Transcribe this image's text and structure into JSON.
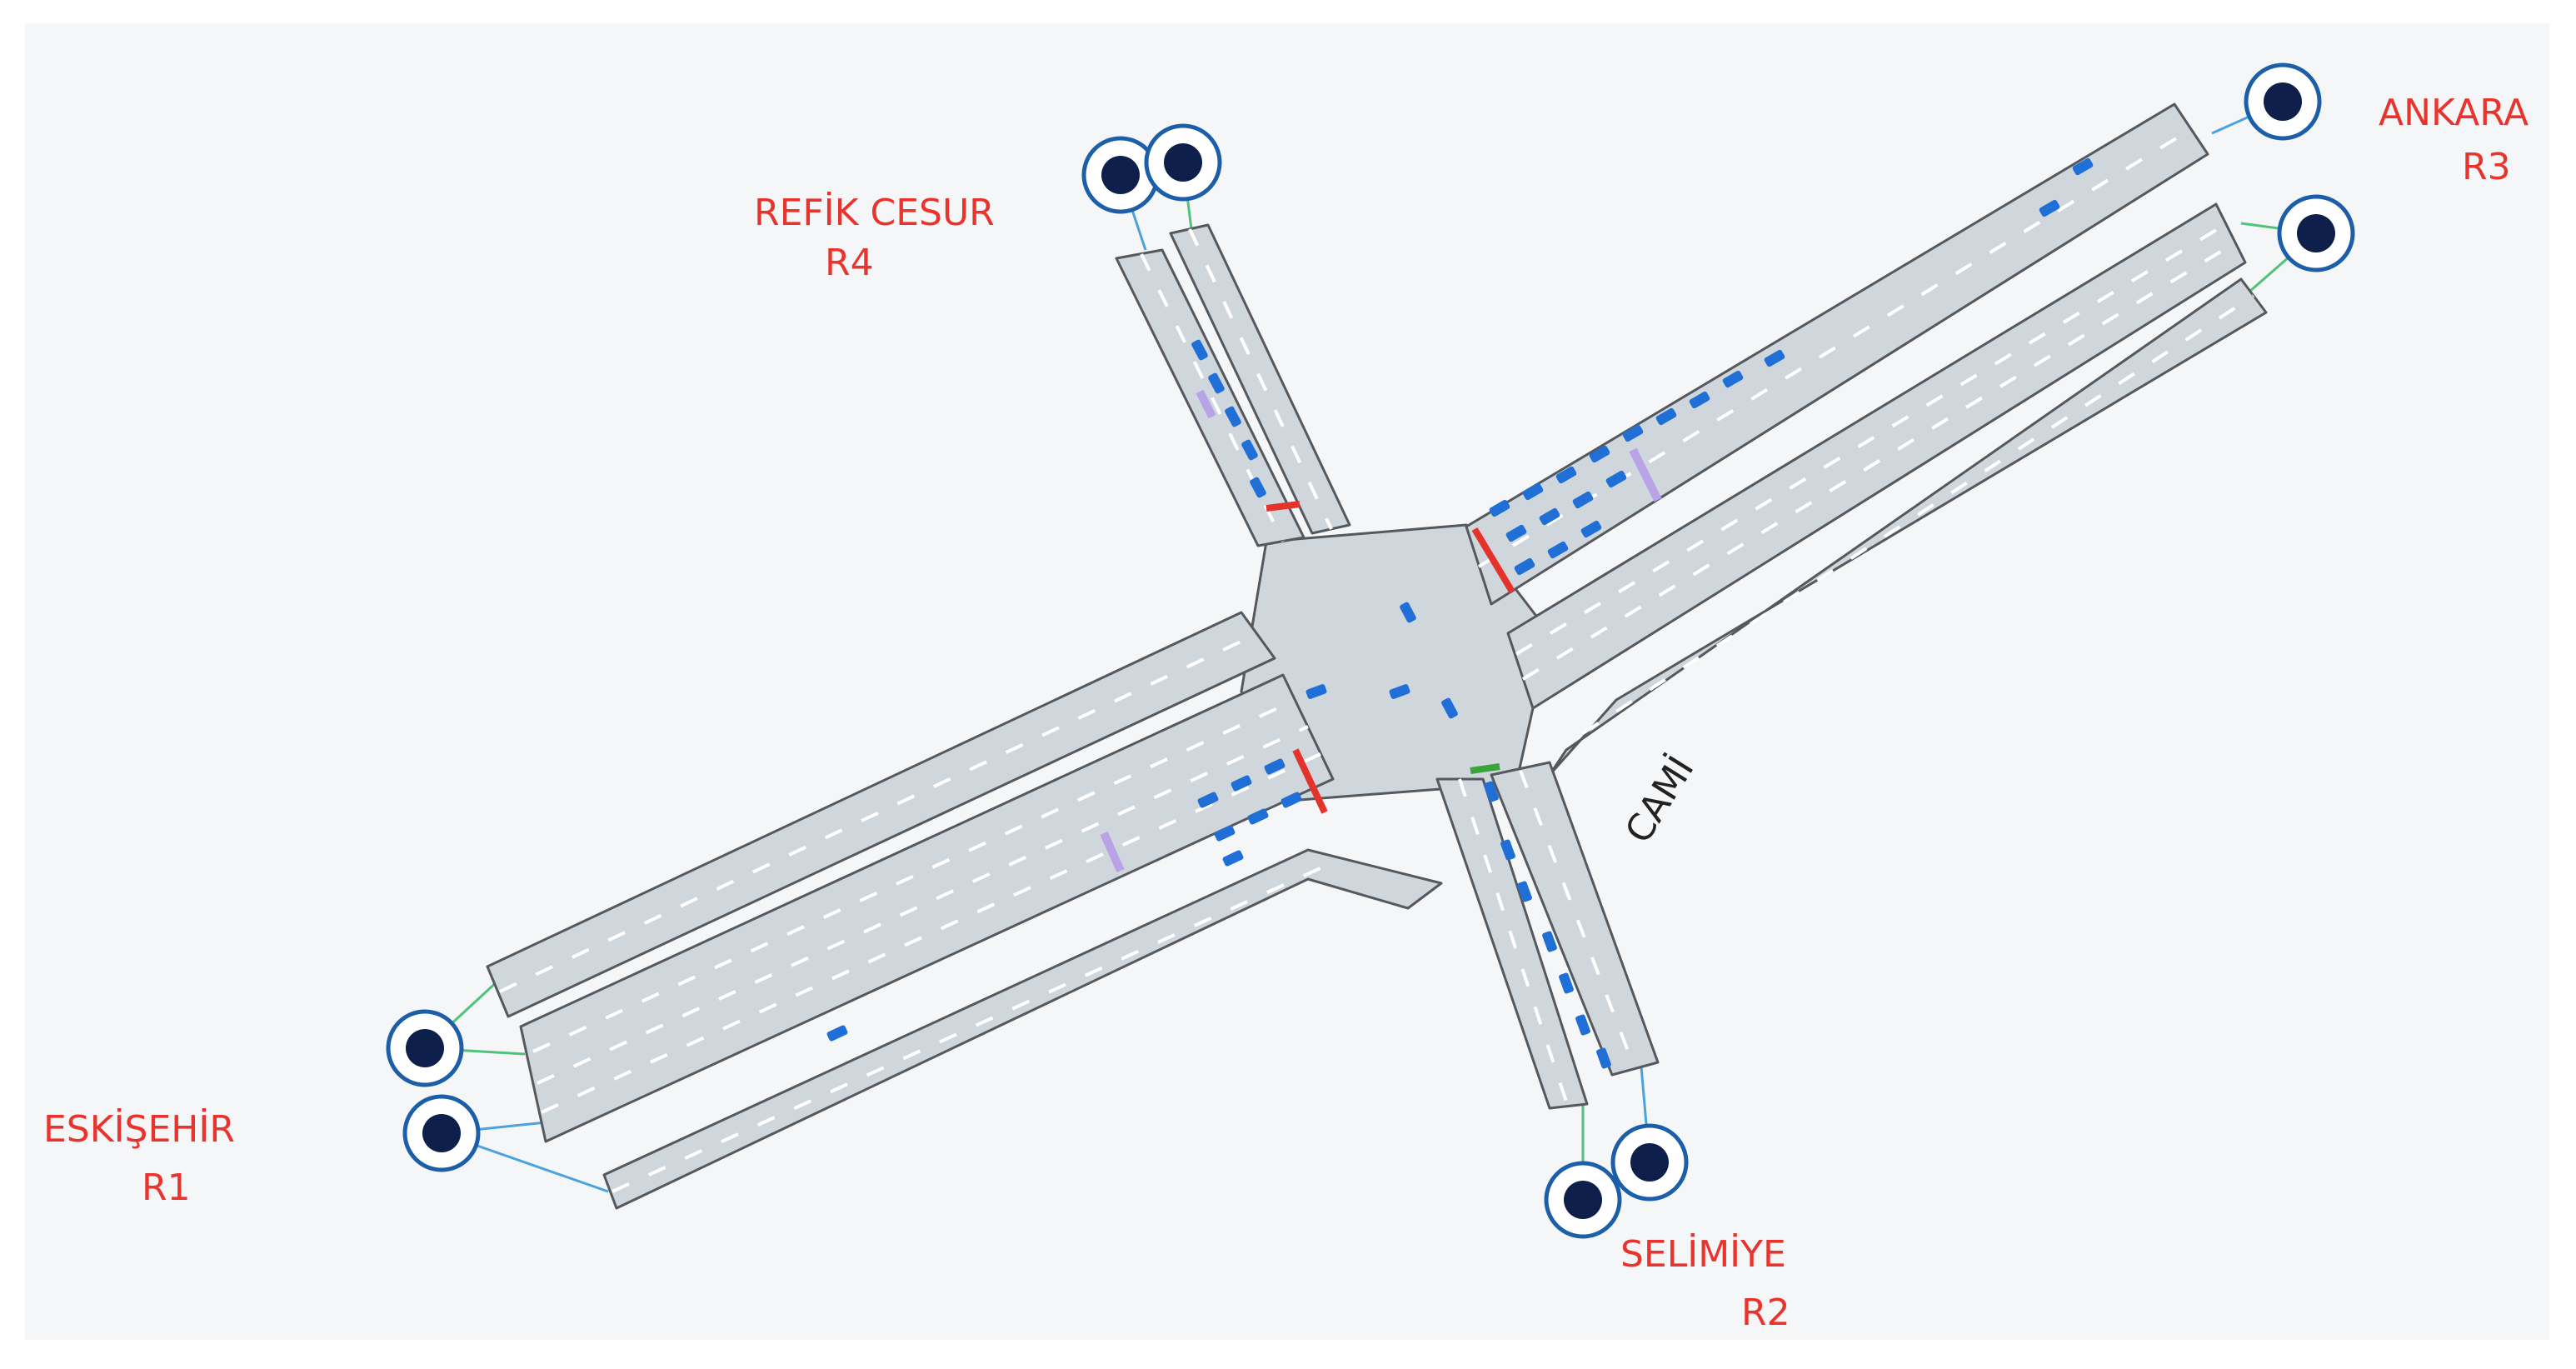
{
  "colors": {
    "canvas": "#f4f6f7",
    "road": "#cfd6dc",
    "road_edge": "#55585c",
    "lane_mark": "#ffffff",
    "vehicle": "#1f6fd6",
    "stop_red": "#e4332b",
    "stop_green": "#3aa33a",
    "detector": "#b7a3e6",
    "link_blue": "#4aa3df",
    "link_green": "#52c27a",
    "label_red": "#e8342c",
    "label_dark": "#222222",
    "node_ring": "#1c5fa8",
    "node_core": "#0d1f4a"
  },
  "labels": {
    "eskisehir": {
      "name": "ESKİŞEHİR",
      "code": "R1"
    },
    "selimiye": {
      "name": "SELİMİYE",
      "code": "R2"
    },
    "ankara": {
      "name": "ANKARA",
      "code": "R3"
    },
    "refik_cesur": {
      "name": "REFİK CESUR",
      "code": "R4"
    },
    "cami": "CAMİ"
  },
  "icons": {
    "zone_node": "zone-node-icon",
    "vehicle": "vehicle-icon"
  }
}
